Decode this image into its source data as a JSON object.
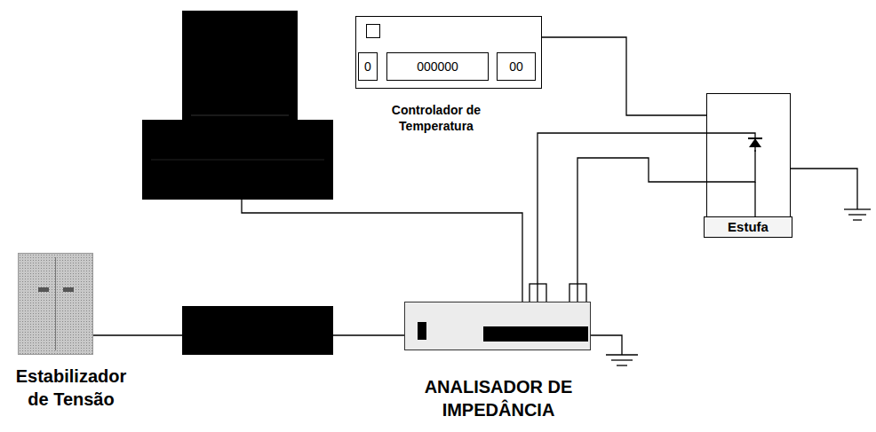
{
  "diagram": {
    "nodes": [
      {
        "text": [
          "0",
          "000000",
          "00",
          "Controlador de Temperatura"
        ]
      },
      {
        "text": [
          "Estufa"
        ]
      },
      {
        "text": [
          "Estabilizador de Tensão"
        ]
      },
      {
        "text": [
          "ANALISADOR DE IMPEDÂNCIA"
        ]
      }
    ],
    "edges": [
      {
        "from": 0,
        "to": 1,
        "arrow": "none"
      },
      {
        "from": 3,
        "to": 1,
        "arrow": "none"
      },
      {
        "from": 3,
        "to": 1,
        "arrow": "none"
      }
    ]
  }
}
